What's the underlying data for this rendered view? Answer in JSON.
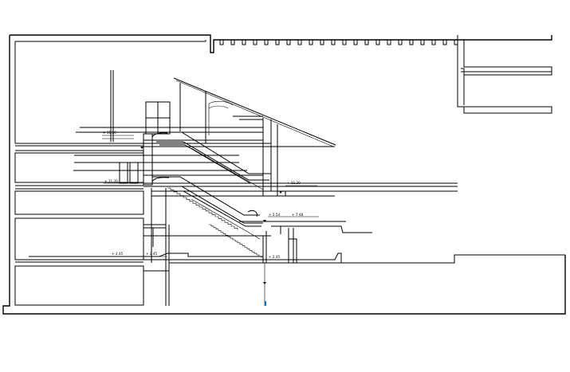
{
  "drawing": {
    "type": "architectural-section",
    "subject": "escalator-section",
    "colors": {
      "line": "#000000",
      "background": "#ffffff",
      "marker": "#1a73c9"
    }
  },
  "level_labels": [
    {
      "id": "lvl-a",
      "text": "+ 11.20"
    },
    {
      "id": "lvl-b",
      "text": "+ 11.20"
    },
    {
      "id": "lvl-c",
      "text": "+ 5.54"
    },
    {
      "id": "lvl-d",
      "text": "+ 7.48"
    },
    {
      "id": "lvl-e",
      "text": "+ 2.45"
    },
    {
      "id": "lvl-f",
      "text": "+ 2.45"
    },
    {
      "id": "lvl-g",
      "text": "+ 2.45"
    }
  ]
}
